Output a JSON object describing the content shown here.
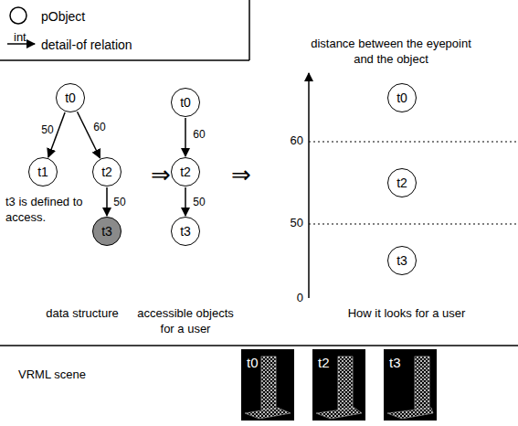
{
  "diagram": {
    "nodes": [
      {
        "text": [
          "t0"
        ]
      },
      {
        "text": [
          "t1"
        ]
      },
      {
        "text": [
          "t2"
        ]
      },
      {
        "text": [
          "t3"
        ]
      },
      {
        "text": [
          "t0"
        ]
      },
      {
        "text": [
          "t2"
        ]
      },
      {
        "text": [
          "t3"
        ]
      },
      {
        "text": [
          "t0"
        ]
      },
      {
        "text": [
          "t2"
        ]
      },
      {
        "text": [
          "t3"
        ]
      },
      {
        "text": [
          "t0"
        ]
      },
      {
        "text": [
          "t2"
        ]
      },
      {
        "text": [
          "t3"
        ]
      }
    ],
    "edges": [
      {
        "from": 0,
        "to": 1,
        "label": "50",
        "arrow": "to"
      },
      {
        "from": 0,
        "to": 2,
        "label": "60",
        "arrow": "to"
      },
      {
        "from": 2,
        "to": 3,
        "label": "50",
        "arrow": "to"
      },
      {
        "from": 4,
        "to": 5,
        "label": "60",
        "arrow": "to"
      },
      {
        "from": 5,
        "to": 6,
        "label": "50",
        "arrow": "to"
      }
    ],
    "labels": [
      "int",
      "t3 is defined to access.",
      "⇒",
      "⇒",
      "distance between the eyepoint and the object",
      "60",
      "50",
      "0",
      "data structure",
      "accessible objects for a user",
      "How it looks for a user",
      "VRML scene"
    ],
    "legend": [
      {
        "text": "pObject"
      },
      {
        "text": "detail-of relation"
      }
    ]
  }
}
